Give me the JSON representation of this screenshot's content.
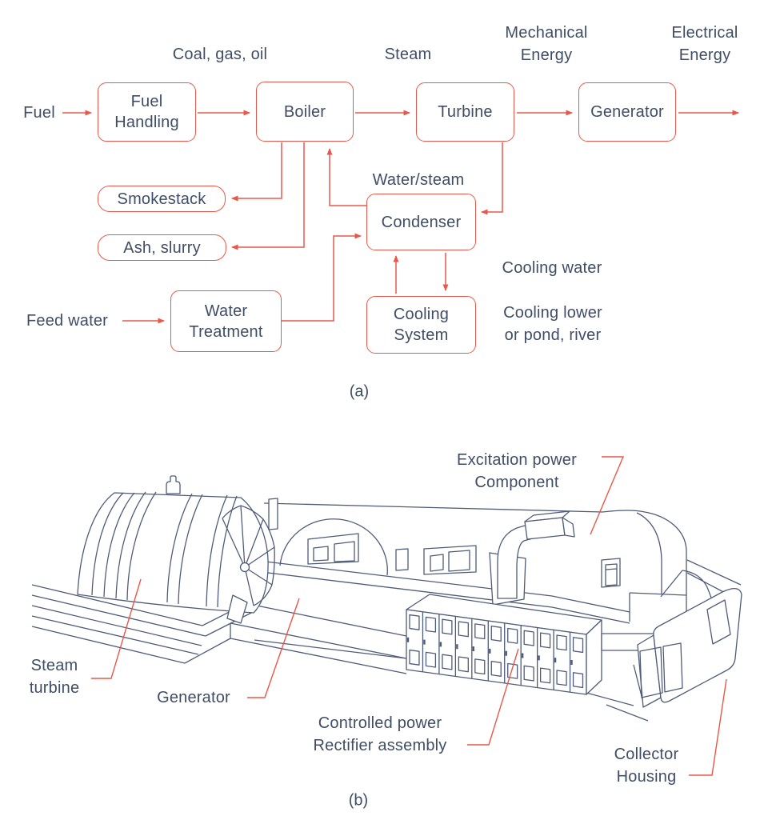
{
  "palette": {
    "accent_red": "#e8584a",
    "ink_navy": "#3f4d66",
    "drawing_line": "#4f5c77",
    "background": "#ffffff"
  },
  "part_a": {
    "caption": "(a)",
    "inputs": {
      "fuel": "Fuel",
      "feed_water": "Feed water"
    },
    "boxes": {
      "fuel_handling": {
        "l1": "Fuel",
        "l2": "Handling"
      },
      "boiler": {
        "l1": "Boiler"
      },
      "turbine": {
        "l1": "Turbine"
      },
      "generator": {
        "l1": "Generator"
      },
      "smokestack": {
        "l1": "Smokestack"
      },
      "ash_slurry": {
        "l1": "Ash, slurry"
      },
      "condenser": {
        "l1": "Condenser"
      },
      "water_treatment": {
        "l1": "Water",
        "l2": "Treatment"
      },
      "cooling_system": {
        "l1": "Cooling",
        "l2": "System"
      }
    },
    "annotations": {
      "coal_gas_oil": "Coal, gas, oil",
      "steam": "Steam",
      "mechanical_energy_1": "Mechanical",
      "mechanical_energy_2": "Energy",
      "electrical_energy_1": "Electrical",
      "electrical_energy_2": "Energy",
      "water_steam": "Water/steam",
      "cooling_water": "Cooling water",
      "cooling_lower_1": "Cooling lower",
      "cooling_lower_2": "or pond, river"
    }
  },
  "part_b": {
    "caption": "(b)",
    "labels": {
      "steam_turbine_1": "Steam",
      "steam_turbine_2": "turbine",
      "generator": "Generator",
      "rectifier_1": "Controlled power",
      "rectifier_2": "Rectifier assembly",
      "excitation_1": "Excitation power",
      "excitation_2": "Component",
      "collector_1": "Collector",
      "collector_2": "Housing"
    }
  }
}
